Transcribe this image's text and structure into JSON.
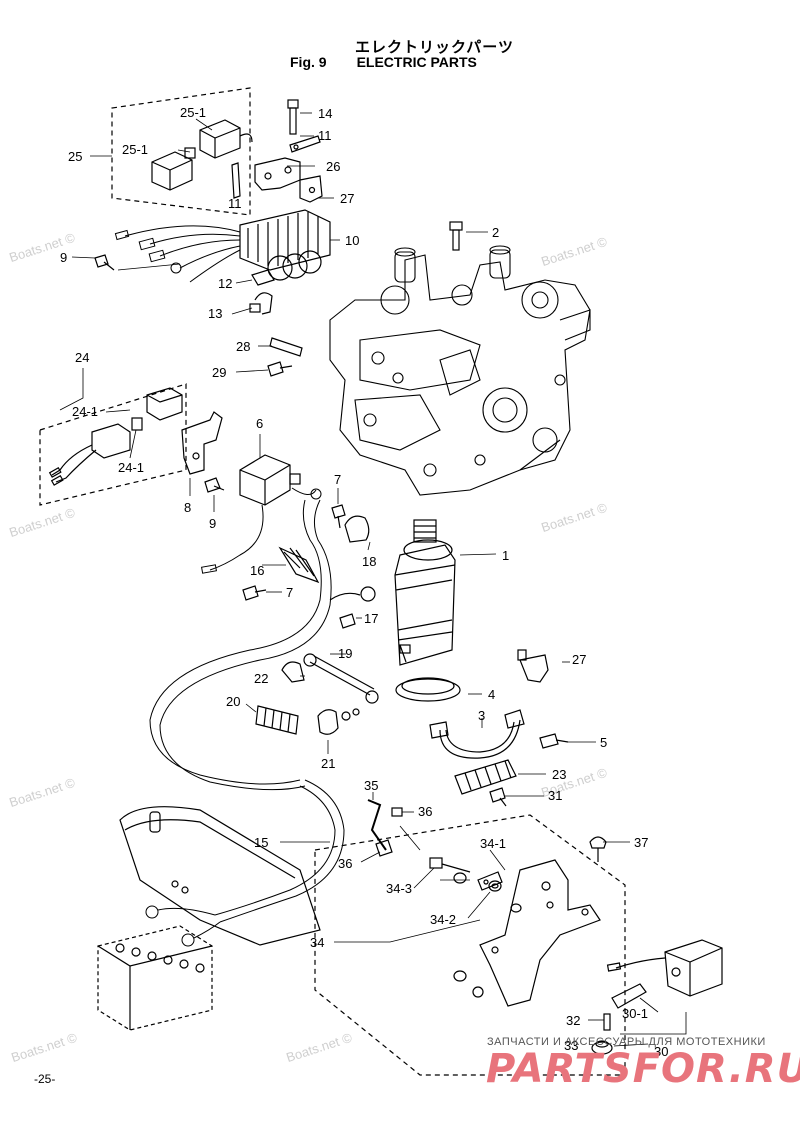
{
  "header": {
    "title_jp": "エレクトリックパーツ",
    "fig_label": "Fig. 9",
    "title_en": "ELECTRIC PARTS"
  },
  "watermark": "Boats.net ©",
  "callouts": {
    "c25_1a": "25-1",
    "c25_1b": "25-1",
    "c25": "25",
    "c14": "14",
    "c11a": "11",
    "c11b": "11",
    "c26": "26",
    "c27a": "27",
    "c10": "10",
    "c2": "2",
    "c9a": "9",
    "c12": "12",
    "c13": "13",
    "c28": "28",
    "c29": "29",
    "c24": "24",
    "c24_1a": "24-1",
    "c24_1b": "24-1",
    "c6": "6",
    "c7a": "7",
    "c8": "8",
    "c9b": "9",
    "c18": "18",
    "c1": "1",
    "c16": "16",
    "c7b": "7",
    "c17": "17",
    "c19": "19",
    "c22": "22",
    "c27b": "27",
    "c20": "20",
    "c4": "4",
    "c3": "3",
    "c5": "5",
    "c21": "21",
    "c23": "23",
    "c35": "35",
    "c36a": "36",
    "c31": "31",
    "c34_1": "34-1",
    "c37": "37",
    "c15": "15",
    "c36b": "36",
    "c34_3": "34-3",
    "c34_2": "34-2",
    "c34": "34",
    "c32": "32",
    "c30_1": "30-1",
    "c33": "33",
    "c30": "30"
  },
  "footer": {
    "brand_caption": "ЗАПЧАСТИ И АКСЕССУАРЫ ДЛЯ МОТОТЕХНИКИ",
    "brand_logo": "PARTSFOR.RU",
    "page_number": "-25-"
  }
}
